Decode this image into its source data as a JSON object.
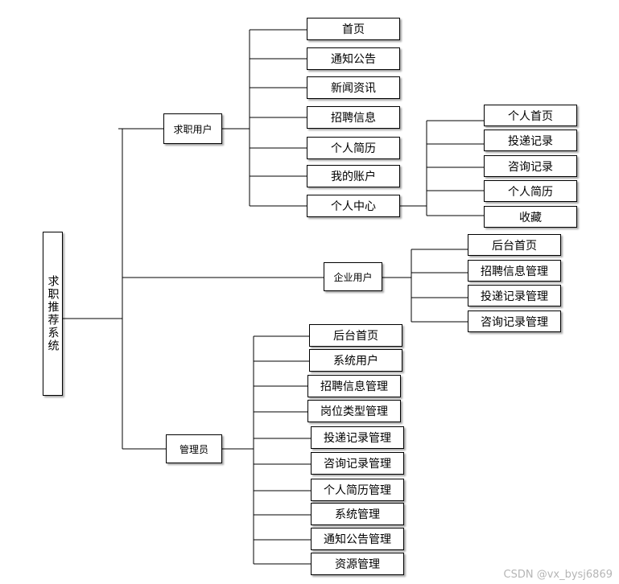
{
  "root": {
    "label": "求职推荐系统"
  },
  "branches": [
    {
      "label": "求职用户",
      "children": [
        {
          "label": "首页"
        },
        {
          "label": "通知公告"
        },
        {
          "label": "新闻资讯"
        },
        {
          "label": "招聘信息"
        },
        {
          "label": "个人简历"
        },
        {
          "label": "我的账户"
        },
        {
          "label": "个人中心",
          "children": [
            "个人首页",
            "投递记录",
            "咨询记录",
            "个人简历",
            "收藏"
          ]
        }
      ]
    },
    {
      "label": "企业用户",
      "children": [
        {
          "label": "后台首页"
        },
        {
          "label": "招聘信息管理"
        },
        {
          "label": "投递记录管理"
        },
        {
          "label": "咨询记录管理"
        }
      ]
    },
    {
      "label": "管理员",
      "children": [
        {
          "label": "后台首页"
        },
        {
          "label": "系统用户"
        },
        {
          "label": "招聘信息管理"
        },
        {
          "label": "岗位类型管理"
        },
        {
          "label": "投递记录管理"
        },
        {
          "label": "咨询记录管理"
        },
        {
          "label": "个人简历管理"
        },
        {
          "label": "系统管理"
        },
        {
          "label": "通知公告管理"
        },
        {
          "label": "资源管理"
        }
      ]
    }
  ],
  "watermark": "CSDN @vx_bysj6869"
}
